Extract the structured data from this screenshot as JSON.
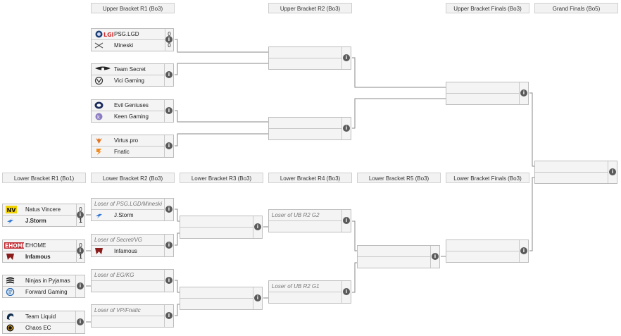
{
  "headers": {
    "ub_r1": "Upper Bracket R1 (Bo3)",
    "ub_r2": "Upper Bracket R2 (Bo3)",
    "ub_finals": "Upper Bracket Finals (Bo3)",
    "grand_finals": "Grand Finals (Bo5)",
    "lb_r1": "Lower Bracket R1 (Bo1)",
    "lb_r2": "Lower Bracket R2 (Bo3)",
    "lb_r3": "Lower Bracket R3 (Bo3)",
    "lb_r4": "Lower Bracket R4 (Bo3)",
    "lb_r5": "Lower Bracket R5 (Bo3)",
    "lb_finals": "Lower Bracket Finals (Bo3)"
  },
  "info_glyph": "i",
  "ub_r1": [
    {
      "t1": "PSG.LGD",
      "s1": "0",
      "t2": "Mineski",
      "s2": "0"
    },
    {
      "t1": "Team Secret",
      "s1": "",
      "t2": "Vici Gaming",
      "s2": ""
    },
    {
      "t1": "Evil Geniuses",
      "s1": "",
      "t2": "Keen Gaming",
      "s2": ""
    },
    {
      "t1": "Virtus.pro",
      "s1": "",
      "t2": "Fnatic",
      "s2": ""
    }
  ],
  "lb_r1": [
    {
      "t1": "Natus Vincere",
      "s1": "0",
      "t2": "J.Storm",
      "s2": "1"
    },
    {
      "t1": "EHOME",
      "s1": "0",
      "t2": "Infamous",
      "s2": "1"
    },
    {
      "t1": "Ninjas in Pyjamas",
      "s1": "",
      "t2": "Forward Gaming",
      "s2": ""
    },
    {
      "t1": "Team Liquid",
      "s1": "",
      "t2": "Chaos EC",
      "s2": ""
    }
  ],
  "lb_r2": [
    {
      "t1": "Loser of PSG.LGD/Mineski",
      "t2": "J.Storm"
    },
    {
      "t1": "Loser of Secret/VG",
      "t2": "Infamous"
    },
    {
      "t1": "Loser of EG/KG",
      "t2": ""
    },
    {
      "t1": "Loser of VP/Fnatic",
      "t2": ""
    }
  ],
  "lb_r4": [
    {
      "t1": "Loser of UB R2 G2"
    },
    {
      "t1": "Loser of UB R2 G1"
    }
  ],
  "icons": {
    "psg_lgd": "psg-lgd-logo",
    "mineski": "mineski-logo",
    "team_secret": "team-secret-logo",
    "vici": "vici-gaming-logo",
    "eg": "evil-geniuses-logo",
    "keen": "keen-gaming-logo",
    "vp": "virtus-pro-logo",
    "fnatic": "fnatic-logo",
    "navi": "natus-vincere-logo",
    "jstorm": "j-storm-logo",
    "ehome": "ehome-logo",
    "infamous": "infamous-logo",
    "nip": "ninjas-in-pyjamas-logo",
    "forward": "forward-gaming-logo",
    "liquid": "team-liquid-logo",
    "chaos": "chaos-ec-logo"
  }
}
